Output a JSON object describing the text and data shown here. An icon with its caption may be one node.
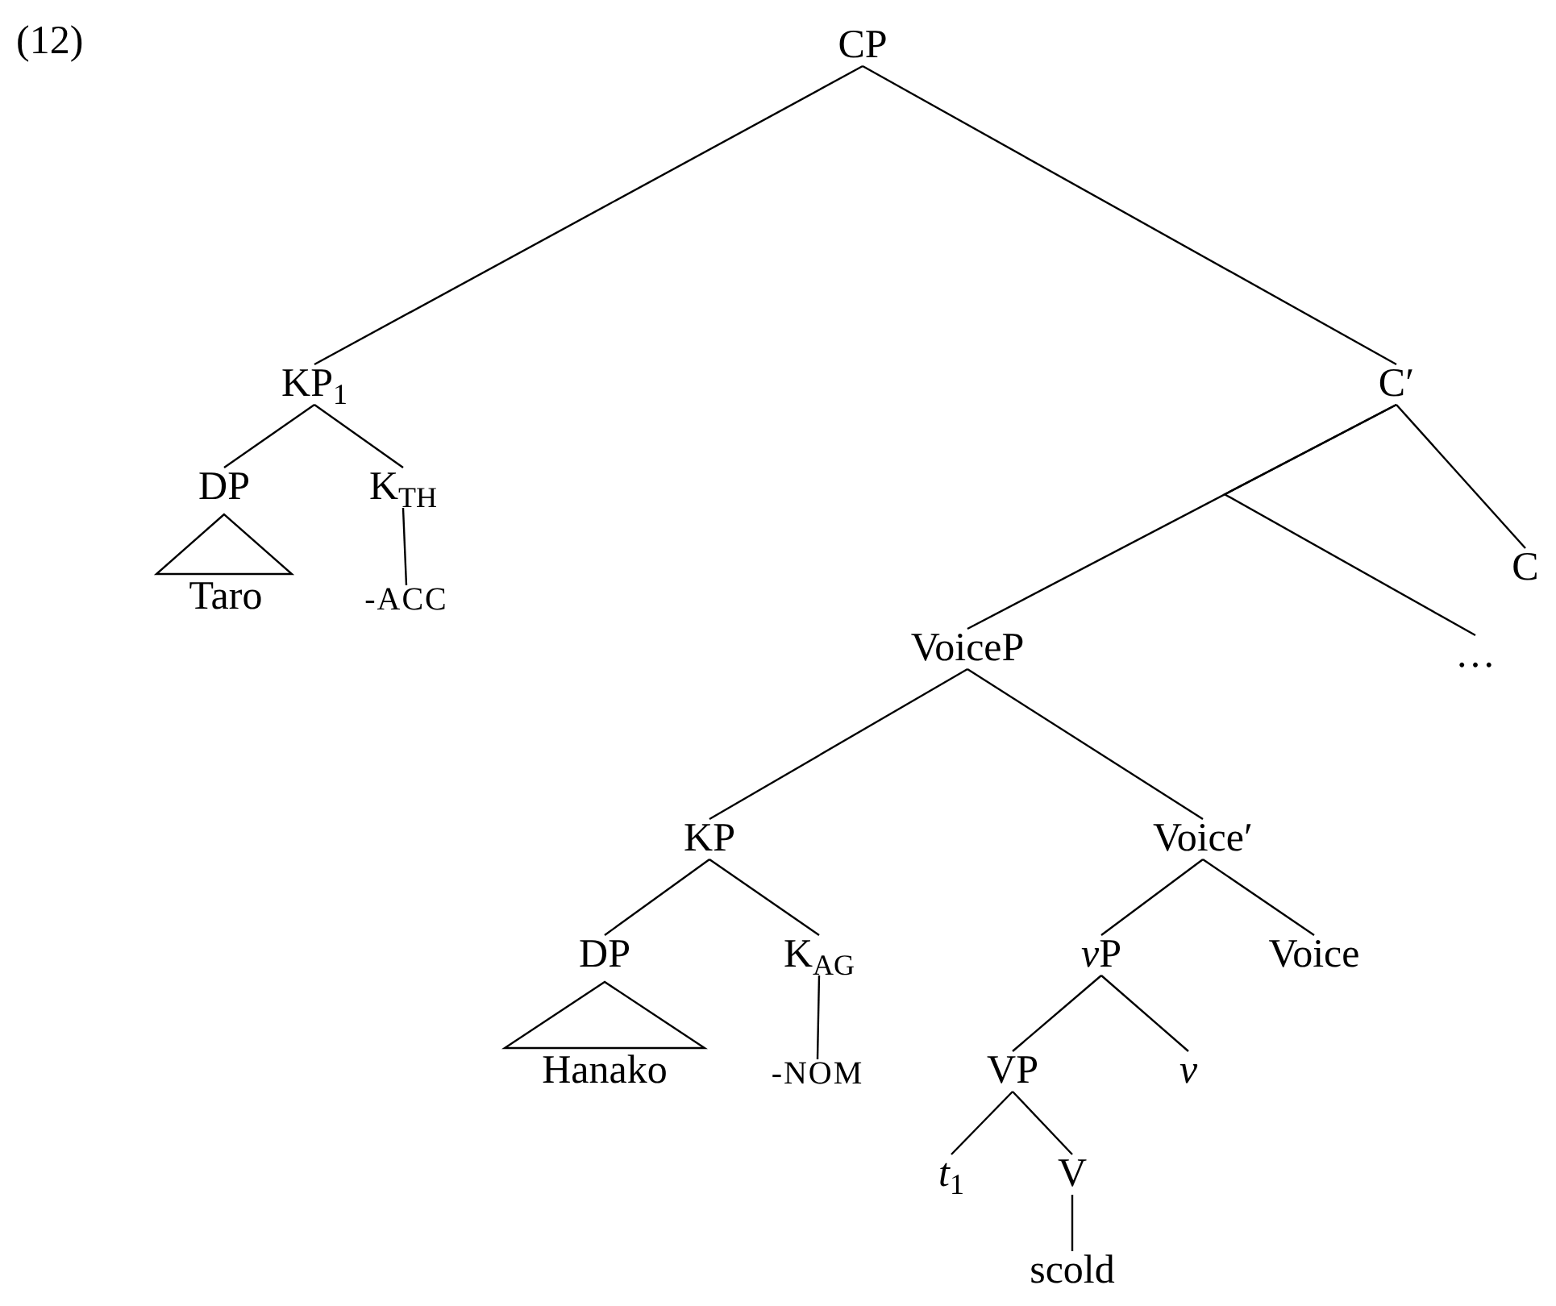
{
  "diagram": {
    "nodes": [
      {
        "text": [
          "CP"
        ]
      },
      {
        "text": [
          "KP$_{1}$"
        ]
      },
      {
        "text": [
          "C′"
        ]
      },
      {
        "text": [
          "DP"
        ]
      },
      {
        "text": [
          "K$_{TH}$"
        ]
      },
      {
        "text": [
          "C"
        ]
      },
      {
        "text": [
          "Taro"
        ]
      },
      {
        "text": [
          "-ACC"
        ]
      },
      {
        "text": [
          "VoiceP"
        ]
      },
      {
        "text": [
          "…"
        ]
      },
      {
        "text": [
          "KP"
        ]
      },
      {
        "text": [
          "Voice′"
        ]
      },
      {
        "text": [
          "DP"
        ]
      },
      {
        "text": [
          "K$_{AG}$"
        ]
      },
      {
        "text": [
          "vP"
        ]
      },
      {
        "text": [
          "Voice"
        ]
      },
      {
        "text": [
          "Hanako"
        ]
      },
      {
        "text": [
          "-NOM"
        ]
      },
      {
        "text": [
          "VP"
        ]
      },
      {
        "text": [
          "*v*"
        ]
      },
      {
        "text": [
          "*t*$_{1}$"
        ]
      },
      {
        "text": [
          "V"
        ]
      },
      {
        "text": [
          "scold"
        ]
      }
    ],
    "edges": [
      {
        "from": 0,
        "to": 1,
        "arrow": "none"
      },
      {
        "from": 0,
        "to": 2,
        "arrow": "none"
      },
      {
        "from": 1,
        "to": 3,
        "arrow": "none"
      },
      {
        "from": 1,
        "to": 4,
        "arrow": "none"
      },
      {
        "from": 2,
        "to": 8,
        "arrow": "none"
      },
      {
        "from": 2,
        "to": 9,
        "arrow": "none"
      },
      {
        "from": 2,
        "to": 5,
        "arrow": "none"
      },
      {
        "from": 3,
        "to": 6,
        "arrow": "none"
      },
      {
        "from": 4,
        "to": 7,
        "arrow": "none"
      },
      {
        "from": 8,
        "to": 10,
        "arrow": "none"
      },
      {
        "from": 8,
        "to": 11,
        "arrow": "none"
      },
      {
        "from": 10,
        "to": 12,
        "arrow": "none"
      },
      {
        "from": 10,
        "to": 13,
        "arrow": "none"
      },
      {
        "from": 11,
        "to": 14,
        "arrow": "none"
      },
      {
        "from": 11,
        "to": 15,
        "arrow": "none"
      },
      {
        "from": 12,
        "to": 16,
        "arrow": "none"
      },
      {
        "from": 13,
        "to": 17,
        "arrow": "none"
      },
      {
        "from": 14,
        "to": 18,
        "arrow": "none"
      },
      {
        "from": 14,
        "to": 19,
        "arrow": "none"
      },
      {
        "from": 18,
        "to": 20,
        "arrow": "none"
      },
      {
        "from": 18,
        "to": 21,
        "arrow": "none"
      },
      {
        "from": 21,
        "to": 22,
        "arrow": "none"
      }
    ],
    "labels": [
      "(12)"
    ]
  }
}
